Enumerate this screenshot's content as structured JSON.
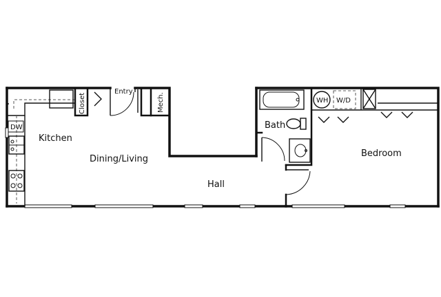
{
  "rooms": {
    "kitchen": "Kitchen",
    "dining_living": "Dining/Living",
    "hall": "Hall",
    "bath": "Bath",
    "bedroom": "Bedroom"
  },
  "fixtures": {
    "entry": "Entry",
    "closet": "Closet",
    "mech": "Mech.",
    "dw": "DW",
    "wh": "WH",
    "wd": "W/D"
  }
}
